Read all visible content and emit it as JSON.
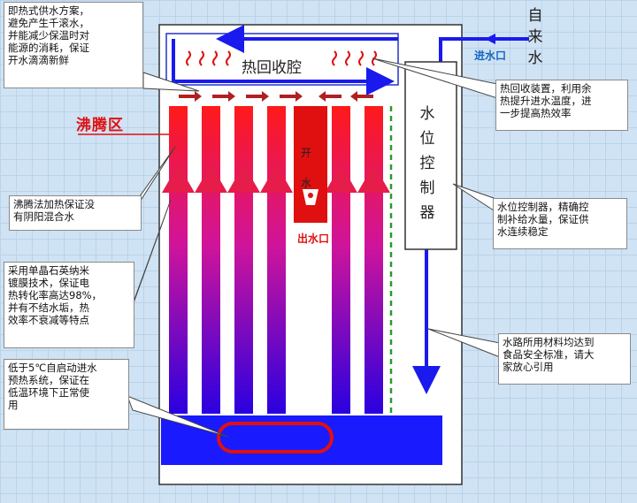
{
  "chamber_label": "热回收腔",
  "boiling_zone_label": "沸腾区",
  "outlet_label": "出水口",
  "tap_water_text": [
    "开",
    "水"
  ],
  "inlet_label": "进水口",
  "city_water_text": [
    "自",
    "来",
    "水"
  ],
  "controller_text": [
    "水",
    "位",
    "控",
    "制",
    "器"
  ],
  "callouts": {
    "left_top": "即热式供水方案，\n避免产生千滚水，\n并能减少保温时对\n能源的消耗，保证\n开水滴滴新鲜",
    "left_boiling": "沸腾法加热保证没\n有阴阳混合水",
    "left_quartz": "采用单晶石英纳米\n镀膜技术，保证电\n热转化率高达98%，\n并有不结水垢，热\n效率不衰减等特点",
    "left_preheat": "低于5℃自启动进水\n预热系统，保证在\n低温环境下正常使\n用",
    "right_recovery": "热回收装置，利用余\n热提升进水温度，进\n一步提高热效率",
    "right_controller": "水位控制器，精确控\n制补给水量，保证供\n水连续稳定",
    "right_material": "水路所用材料均达到\n食品安全标准，请大\n家放心引用"
  },
  "colors": {
    "tube_top": "#ff1a1a",
    "tube_bottom": "#2a00e0",
    "tank": "#1a1aff",
    "outline": "#2244dd",
    "accent_red": "#e01010",
    "pipe_green": "#2a9a2a"
  }
}
